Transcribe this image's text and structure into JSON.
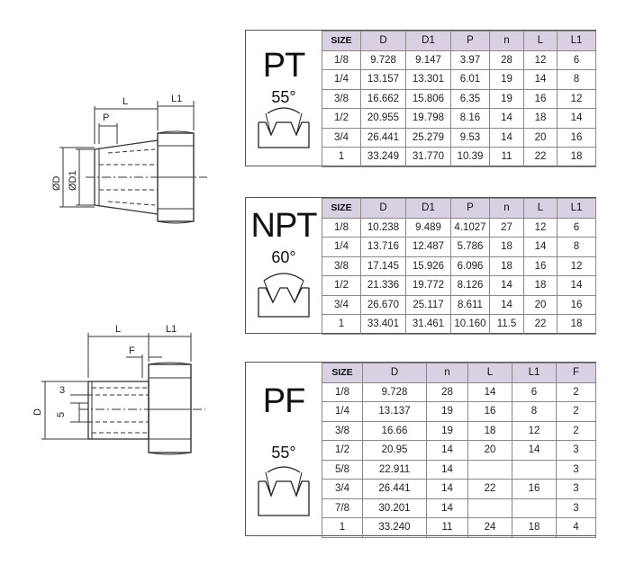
{
  "drawings": {
    "top": {
      "l_label": "L",
      "l1_label": "L1",
      "p_label": "P",
      "od_label": "ØD",
      "od1_label": "ØD1"
    },
    "bottom": {
      "l_label": "L",
      "l1_label": "L1",
      "f_label": "F",
      "d_label": "D",
      "dim3_label": "3",
      "dim5_label": "5"
    }
  },
  "tables": [
    {
      "name": "PT",
      "angle": "55°",
      "headers": [
        "SIZE",
        "D",
        "D1",
        "P",
        "n",
        "L",
        "L1"
      ],
      "rows": [
        [
          "1/8",
          "9.728",
          "9.147",
          "3.97",
          "28",
          "12",
          "6"
        ],
        [
          "1/4",
          "13.157",
          "13.301",
          "6.01",
          "19",
          "14",
          "8"
        ],
        [
          "3/8",
          "16.662",
          "15.806",
          "6.35",
          "19",
          "16",
          "12"
        ],
        [
          "1/2",
          "20.955",
          "19.798",
          "8.16",
          "14",
          "18",
          "14"
        ],
        [
          "3/4",
          "26.441",
          "25.279",
          "9.53",
          "14",
          "20",
          "16"
        ],
        [
          "1",
          "33.249",
          "31.770",
          "10.39",
          "11",
          "22",
          "18"
        ]
      ]
    },
    {
      "name": "NPT",
      "angle": "60°",
      "headers": [
        "SIZE",
        "D",
        "D1",
        "P",
        "n",
        "L",
        "L1"
      ],
      "rows": [
        [
          "1/8",
          "10.238",
          "9.489",
          "4.1027",
          "27",
          "12",
          "6"
        ],
        [
          "1/4",
          "13.716",
          "12.487",
          "5.786",
          "18",
          "14",
          "8"
        ],
        [
          "3/8",
          "17.145",
          "15.926",
          "6.096",
          "18",
          "16",
          "12"
        ],
        [
          "1/2",
          "21.336",
          "19.772",
          "8.126",
          "14",
          "18",
          "14"
        ],
        [
          "3/4",
          "26.670",
          "25.117",
          "8.611",
          "14",
          "20",
          "16"
        ],
        [
          "1",
          "33.401",
          "31.461",
          "10.160",
          "11.5",
          "22",
          "18"
        ]
      ]
    },
    {
      "name": "PF",
      "angle": "55°",
      "headers": [
        "SIZE",
        "D",
        "n",
        "L",
        "L1",
        "F"
      ],
      "rows": [
        [
          "1/8",
          "9.728",
          "28",
          "14",
          "6",
          "2"
        ],
        [
          "1/4",
          "13.137",
          "19",
          "16",
          "8",
          "2"
        ],
        [
          "3/8",
          "16.66",
          "19",
          "18",
          "12",
          "2"
        ],
        [
          "1/2",
          "20.95",
          "14",
          "20",
          "14",
          "3"
        ],
        [
          "5/8",
          "22.911",
          "14",
          "",
          "",
          "3"
        ],
        [
          "3/4",
          "26.441",
          "14",
          "22",
          "16",
          "3"
        ],
        [
          "7/8",
          "30.201",
          "14",
          "",
          "",
          "3"
        ],
        [
          "1",
          "33.240",
          "11",
          "24",
          "18",
          "4"
        ]
      ]
    }
  ]
}
